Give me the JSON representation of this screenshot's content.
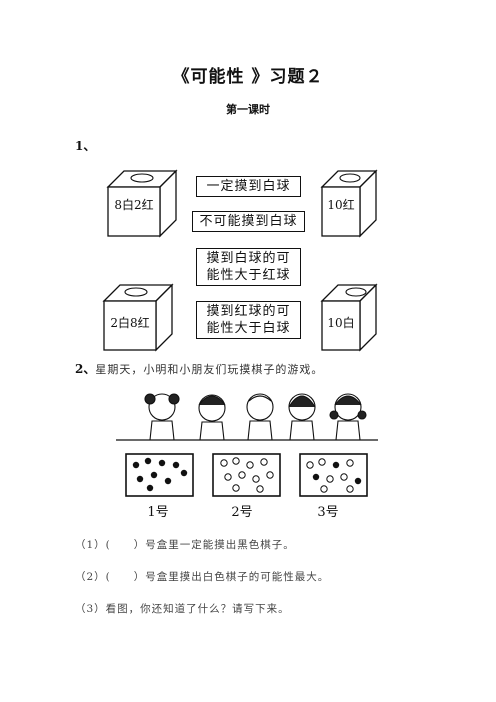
{
  "title": "《可能性 》习题２",
  "subtitle": "第一课时",
  "q1": {
    "number": "1、",
    "boxes": [
      {
        "label": "8白2红"
      },
      {
        "label": "10红"
      },
      {
        "label": "2白8红"
      },
      {
        "label": "10白"
      }
    ],
    "statements": [
      "一定摸到白球",
      "不可能摸到白球",
      "摸到白球的可能性大于红球",
      "摸到红球的可能性大于白球"
    ]
  },
  "q2": {
    "number": "2、",
    "text": "星期天，小明和小朋友们玩摸棋子的游戏。",
    "box_labels": [
      "1号",
      "2号",
      "3号"
    ],
    "sub_questions": [
      "（1）(　　）号盒里一定能摸出黑色棋子。",
      "（2）(　　）号盒里摸出白色棋子的可能性最大。",
      "（3）看图，你还知道了什么？请写下来。"
    ]
  }
}
